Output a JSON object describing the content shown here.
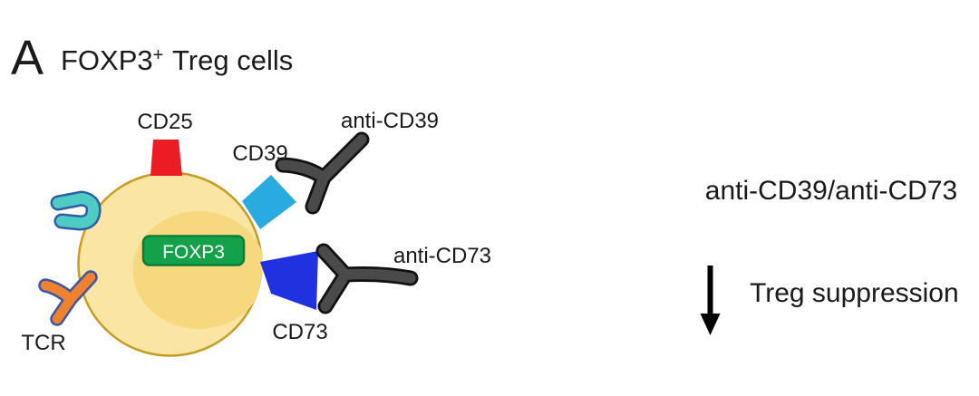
{
  "panel": {
    "label": "A",
    "title_main": "FOXP3",
    "title_sup": "+",
    "title_rest": "Treg cells"
  },
  "cell": {
    "transcription_factor": "FOXP3",
    "receptors": [
      {
        "id": "cd25",
        "label": "CD25",
        "color": "#EC1C24"
      },
      {
        "id": "cd39",
        "label": "CD39",
        "color": "#29ABE2"
      },
      {
        "id": "cd73",
        "label": "CD73",
        "color": "#2031DF"
      },
      {
        "id": "tcr",
        "label": "TCR",
        "color": "#F0812F"
      }
    ],
    "antibodies": [
      {
        "id": "anti_cd39",
        "label": "anti-CD39"
      },
      {
        "id": "anti_cd73",
        "label": "anti-CD73"
      }
    ]
  },
  "effect": {
    "treatment": "anti-CD39/anti-CD73",
    "direction": "decrease",
    "outcome": "Treg suppression"
  },
  "colors": {
    "cell_body": "#FAE5A5",
    "cell_border": "#C89B22",
    "nucleus": "#F6D87E",
    "foxp3_box": "#13A24A",
    "foxp3_border": "#0A7D39",
    "cd25": "#EC1C24",
    "cd39": "#29ABE2",
    "cd73": "#2031DF",
    "antibody_fill": "#4A4A4A",
    "antibody_outline": "#111111",
    "tcr_fill": "#F0812F",
    "teal_receptor": "#4DCBC4",
    "receptor_outline": "#3D56A5",
    "arrow": "#000000",
    "text": "#1A1A1A"
  }
}
